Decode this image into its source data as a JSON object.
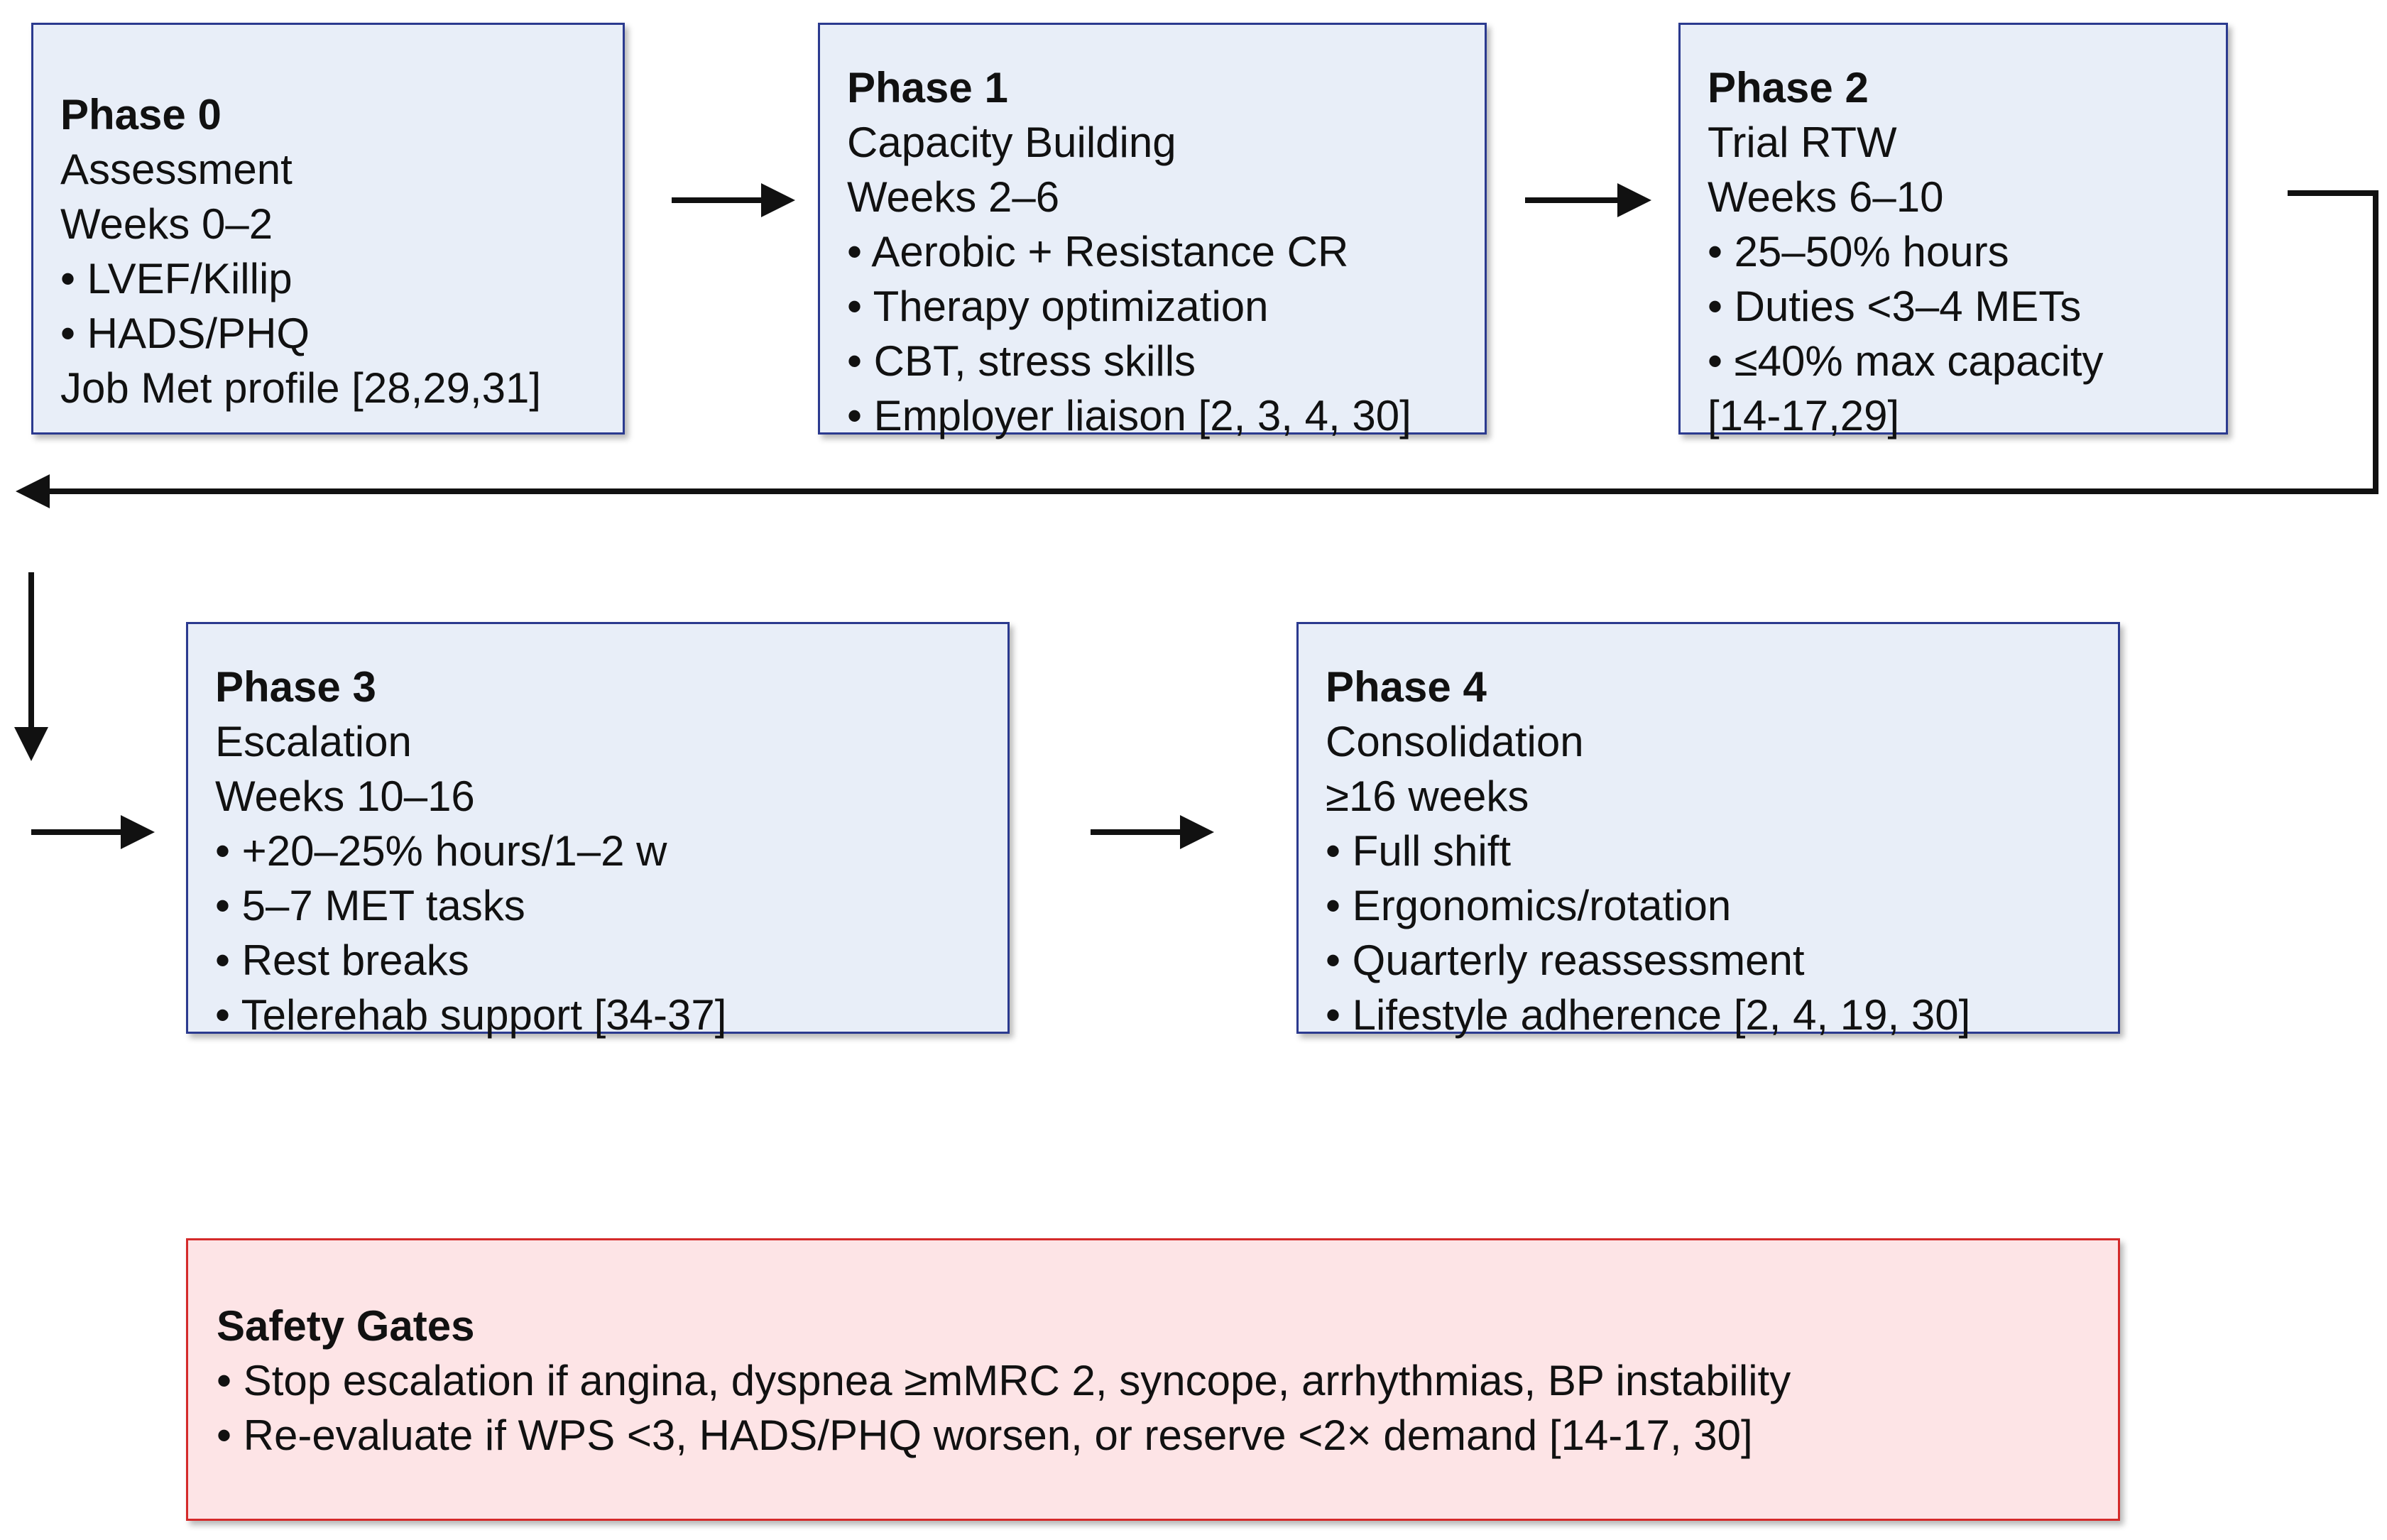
{
  "colors": {
    "phase_fill": "#e8eef8",
    "phase_border": "#2b3a8f",
    "safety_fill": "#fde4e6",
    "safety_border": "#d42a2a",
    "arrow": "#111111"
  },
  "phases": [
    {
      "title": "Phase 0",
      "lines": [
        "Assessment",
        "Weeks 0–2",
        "• LVEF/Killip",
        "• HADS/PHQ",
        "Job Met profile [28,29,31]"
      ]
    },
    {
      "title": "Phase 1",
      "lines": [
        "Capacity Building",
        "Weeks 2–6",
        "• Aerobic + Resistance CR",
        "• Therapy optimization",
        "• CBT, stress skills",
        "• Employer liaison [2, 3, 4, 30]"
      ]
    },
    {
      "title": "Phase 2",
      "lines": [
        "Trial RTW",
        "Weeks 6–10",
        "• 25–50% hours",
        "• Duties <3–4 METs",
        "• ≤40% max capacity",
        "[14-17,29]"
      ]
    },
    {
      "title": "Phase 3",
      "lines": [
        "Escalation",
        "Weeks 10–16",
        "• +20–25% hours/1–2 w",
        "• 5–7 MET tasks",
        "• Rest breaks",
        "• Telerehab support [34-37]"
      ]
    },
    {
      "title": "Phase 4",
      "lines": [
        "Consolidation",
        "≥16 weeks",
        "• Full shift",
        "• Ergonomics/rotation",
        "• Quarterly reassessment",
        "• Lifestyle adherence [2, 4, 19, 30]"
      ]
    }
  ],
  "safety": {
    "title": "Safety Gates",
    "lines": [
      "• Stop escalation if angina, dyspnea ≥mMRC 2, syncope, arrhythmias, BP instability",
      "• Re-evaluate if WPS <3, HADS/PHQ worsen, or reserve <2× demand [14-17, 30]"
    ]
  }
}
